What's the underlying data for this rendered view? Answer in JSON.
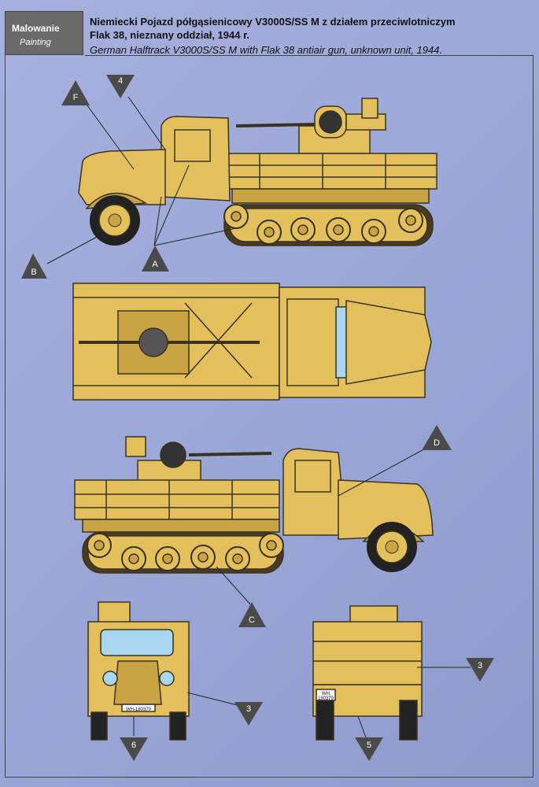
{
  "header": {
    "tag_pl": "Malowanie",
    "tag_en": "Painting",
    "title_pl_line1": "Niemiecki Pojazd półgąsienicowy V3000S/SS M z działem przeciwlotniczym",
    "title_pl_line2": "Flak 38, nieznany oddział, 1944 r.",
    "title_en": "German Halftrack V3000S/SS M with Flak 38 antiair gun, unknown unit, 1944."
  },
  "plates": {
    "front_plate": "WH-180370",
    "rear_plate_line1": "WH",
    "rear_plate_line2": "180370"
  },
  "markers": {
    "F": "F",
    "four": "4",
    "B": "B",
    "A": "A",
    "D": "D",
    "C": "C",
    "three_front": "3",
    "six": "6",
    "three_rear": "3",
    "five": "5"
  },
  "colors": {
    "background": "#9ca8d8",
    "vehicle": "#e3c05c",
    "vehicle_shadow": "#c9a444",
    "outline": "#3a3220",
    "marker": "#4a4a4a",
    "glass": "#a8d6f0"
  }
}
